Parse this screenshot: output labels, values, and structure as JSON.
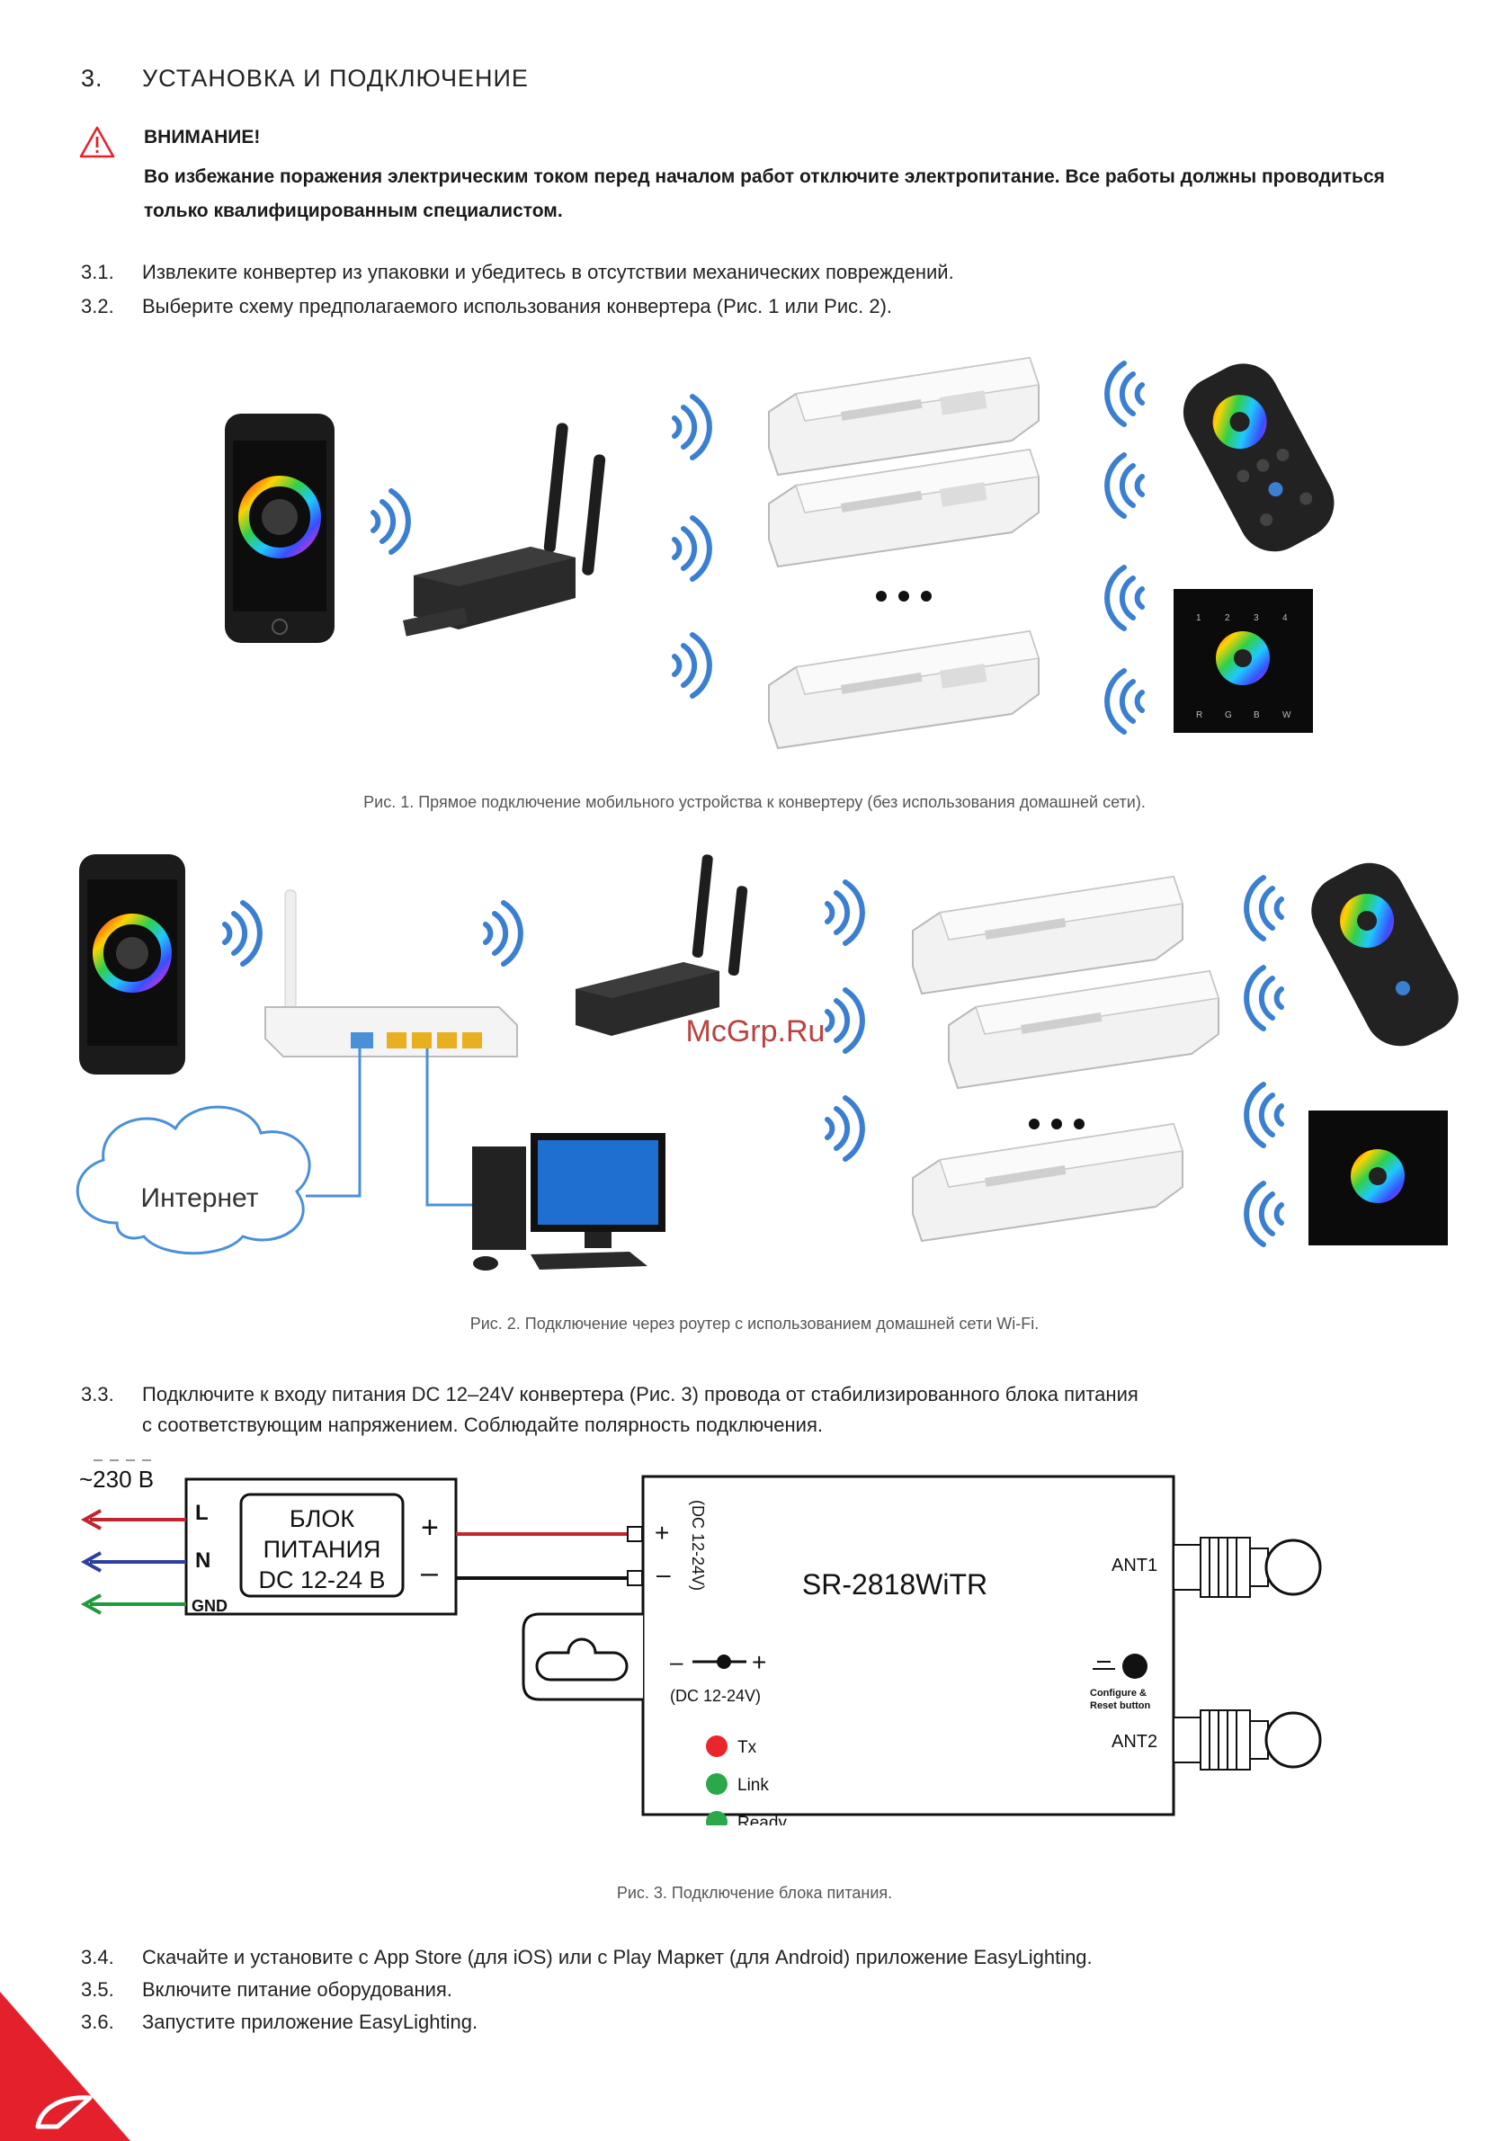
{
  "section": {
    "number": "3.",
    "title": "УСТАНОВКА И ПОДКЛЮЧЕНИЕ"
  },
  "warning": {
    "title": "ВНИМАНИЕ!",
    "text": "Во избежание поражения электрическим током перед началом работ отключите электропитание. Все работы должны проводиться только квалифицированным специалистом."
  },
  "steps_top": [
    {
      "n": "3.1.",
      "text": "Извлеките конвертер из упаковки и убедитесь в отсутствии механических повреждений."
    },
    {
      "n": "3.2.",
      "text": "Выберите схему предполагаемого использования конвертера (Рис. 1 или Рис. 2)."
    }
  ],
  "fig1": {
    "caption": "Рис. 1. Прямое подключение мобильного устройства к конвертеру (без использования домашней сети)."
  },
  "fig2": {
    "caption": "Рис. 2. Подключение через роутер с использованием домашней сети Wi-Fi.",
    "cloud_label": "Интернет",
    "watermark": "McGrp.Ru"
  },
  "step33": {
    "n": "3.3.",
    "line1": "Подключите к входу питания DC 12–24V конвертера (Рис. 3) провода от стабилизированного блока питания",
    "line2": "с соответствующим напряжением. Соблюдайте полярность подключения."
  },
  "fig3": {
    "caption": "Рис. 3. Подключение блока питания.",
    "ac_label": "~230 В",
    "psu_line1": "БЛОК",
    "psu_line2": "ПИТАНИЯ",
    "psu_line3": "DC 12-24 В",
    "terminal_L": "L",
    "terminal_N": "N",
    "terminal_GND": "GND",
    "plus": "+",
    "minus": "–",
    "device_name": "SR-2818WiTR",
    "dc_vertical": "(DC 12-24V)",
    "dc_jack": "(DC 12-24V)",
    "ant1": "ANT1",
    "ant2": "ANT2",
    "configure": "Configure &",
    "reset": "Reset button",
    "led_tx": "Tx",
    "led_link": "Link",
    "led_ready": "Ready",
    "colors": {
      "red": "#c0262d",
      "blue": "#2e3f9e",
      "green": "#1f9a3a",
      "led_red": "#e8262b",
      "led_green": "#2aa84a"
    }
  },
  "steps_bottom": [
    {
      "n": "3.4.",
      "text": "Скачайте и установите с App Store (для iOS) или с Play Маркет (для Android) приложение EasyLighting."
    },
    {
      "n": "3.5.",
      "text": "Включите питание оборудования."
    },
    {
      "n": "3.6.",
      "text": "Запустите приложение EasyLighting."
    }
  ],
  "brand_color": "#e3202c"
}
